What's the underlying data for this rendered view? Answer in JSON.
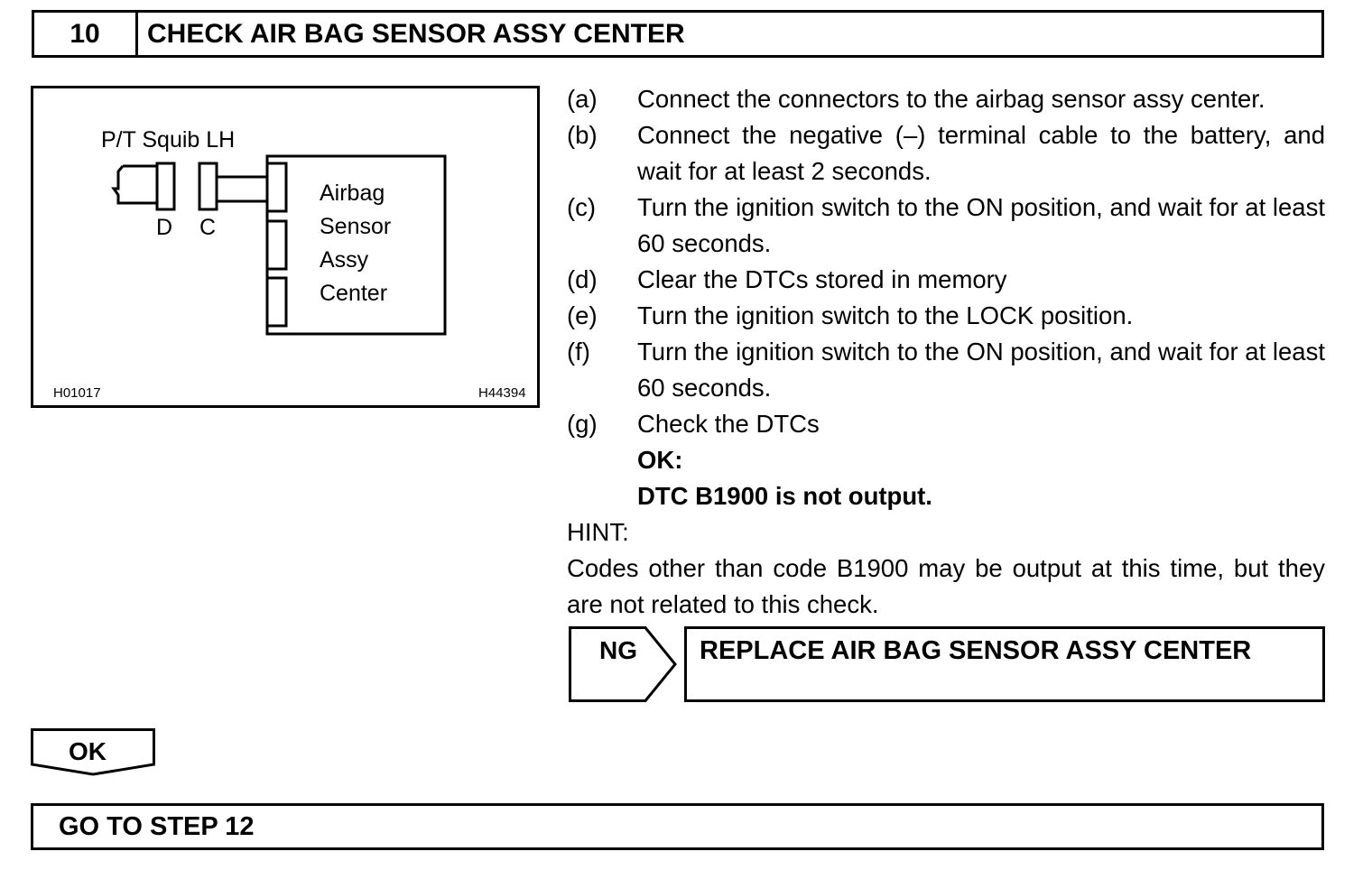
{
  "step": {
    "number": "10",
    "title": "CHECK AIR BAG SENSOR ASSY CENTER"
  },
  "figure": {
    "squib_label": "P/T Squib LH",
    "connector_d": "D",
    "connector_c": "C",
    "ecu_lines": [
      "Airbag",
      "Sensor",
      "Assy",
      "Center"
    ],
    "ref_left": "H01017",
    "ref_right": "H44394"
  },
  "instructions": [
    {
      "label": "(a)",
      "text": "Connect the connectors to the airbag sensor assy center."
    },
    {
      "label": "(b)",
      "text": "Connect the negative (–) terminal cable to the battery, and wait for at least 2 seconds."
    },
    {
      "label": "(c)",
      "text": "Turn the ignition switch to the ON position, and wait for at least 60 seconds."
    },
    {
      "label": "(d)",
      "text": "Clear the DTCs stored in memory"
    },
    {
      "label": "(e)",
      "text": "Turn the ignition switch to the LOCK position."
    },
    {
      "label": "(f)",
      "text": "Turn the ignition switch to the ON position, and wait for at least 60 seconds."
    },
    {
      "label": "(g)",
      "text": "Check the DTCs"
    }
  ],
  "criteria": {
    "ok_label": "OK:",
    "ok_text": "DTC B1900 is not output."
  },
  "hint": {
    "label": "HINT:",
    "text": "Codes other than code B1900 may be output at this time, but they are not related to this check."
  },
  "ng": {
    "label": "NG",
    "action": "REPLACE AIR BAG SENSOR ASSY CENTER"
  },
  "ok": {
    "label": "OK",
    "action": "GO TO STEP 12"
  }
}
